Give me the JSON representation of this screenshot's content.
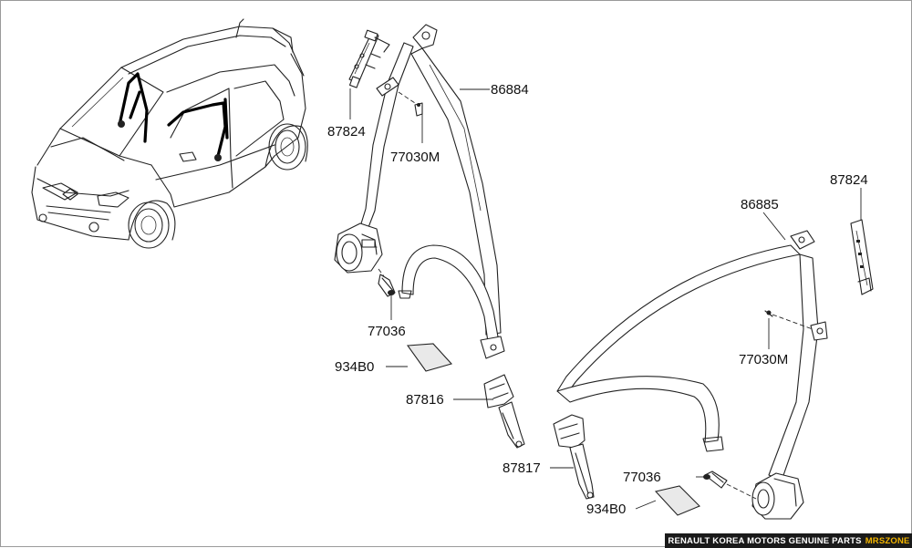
{
  "diagram": {
    "part_labels": {
      "p86884": "86884",
      "p87824_a": "87824",
      "p77030m_a": "77030M",
      "p77036_a": "77036",
      "p934b0_a": "934B0",
      "p87816": "87816",
      "p86885": "86885",
      "p87824_b": "87824",
      "p77030m_b": "77030M",
      "p87817": "87817",
      "p77036_b": "77036",
      "p934b0_b": "934B0"
    }
  },
  "footer": {
    "text": "RENAULT KOREA MOTORS GENUINE PARTS",
    "brand": "MRSZONE",
    "brand_color": "#f2b400"
  }
}
